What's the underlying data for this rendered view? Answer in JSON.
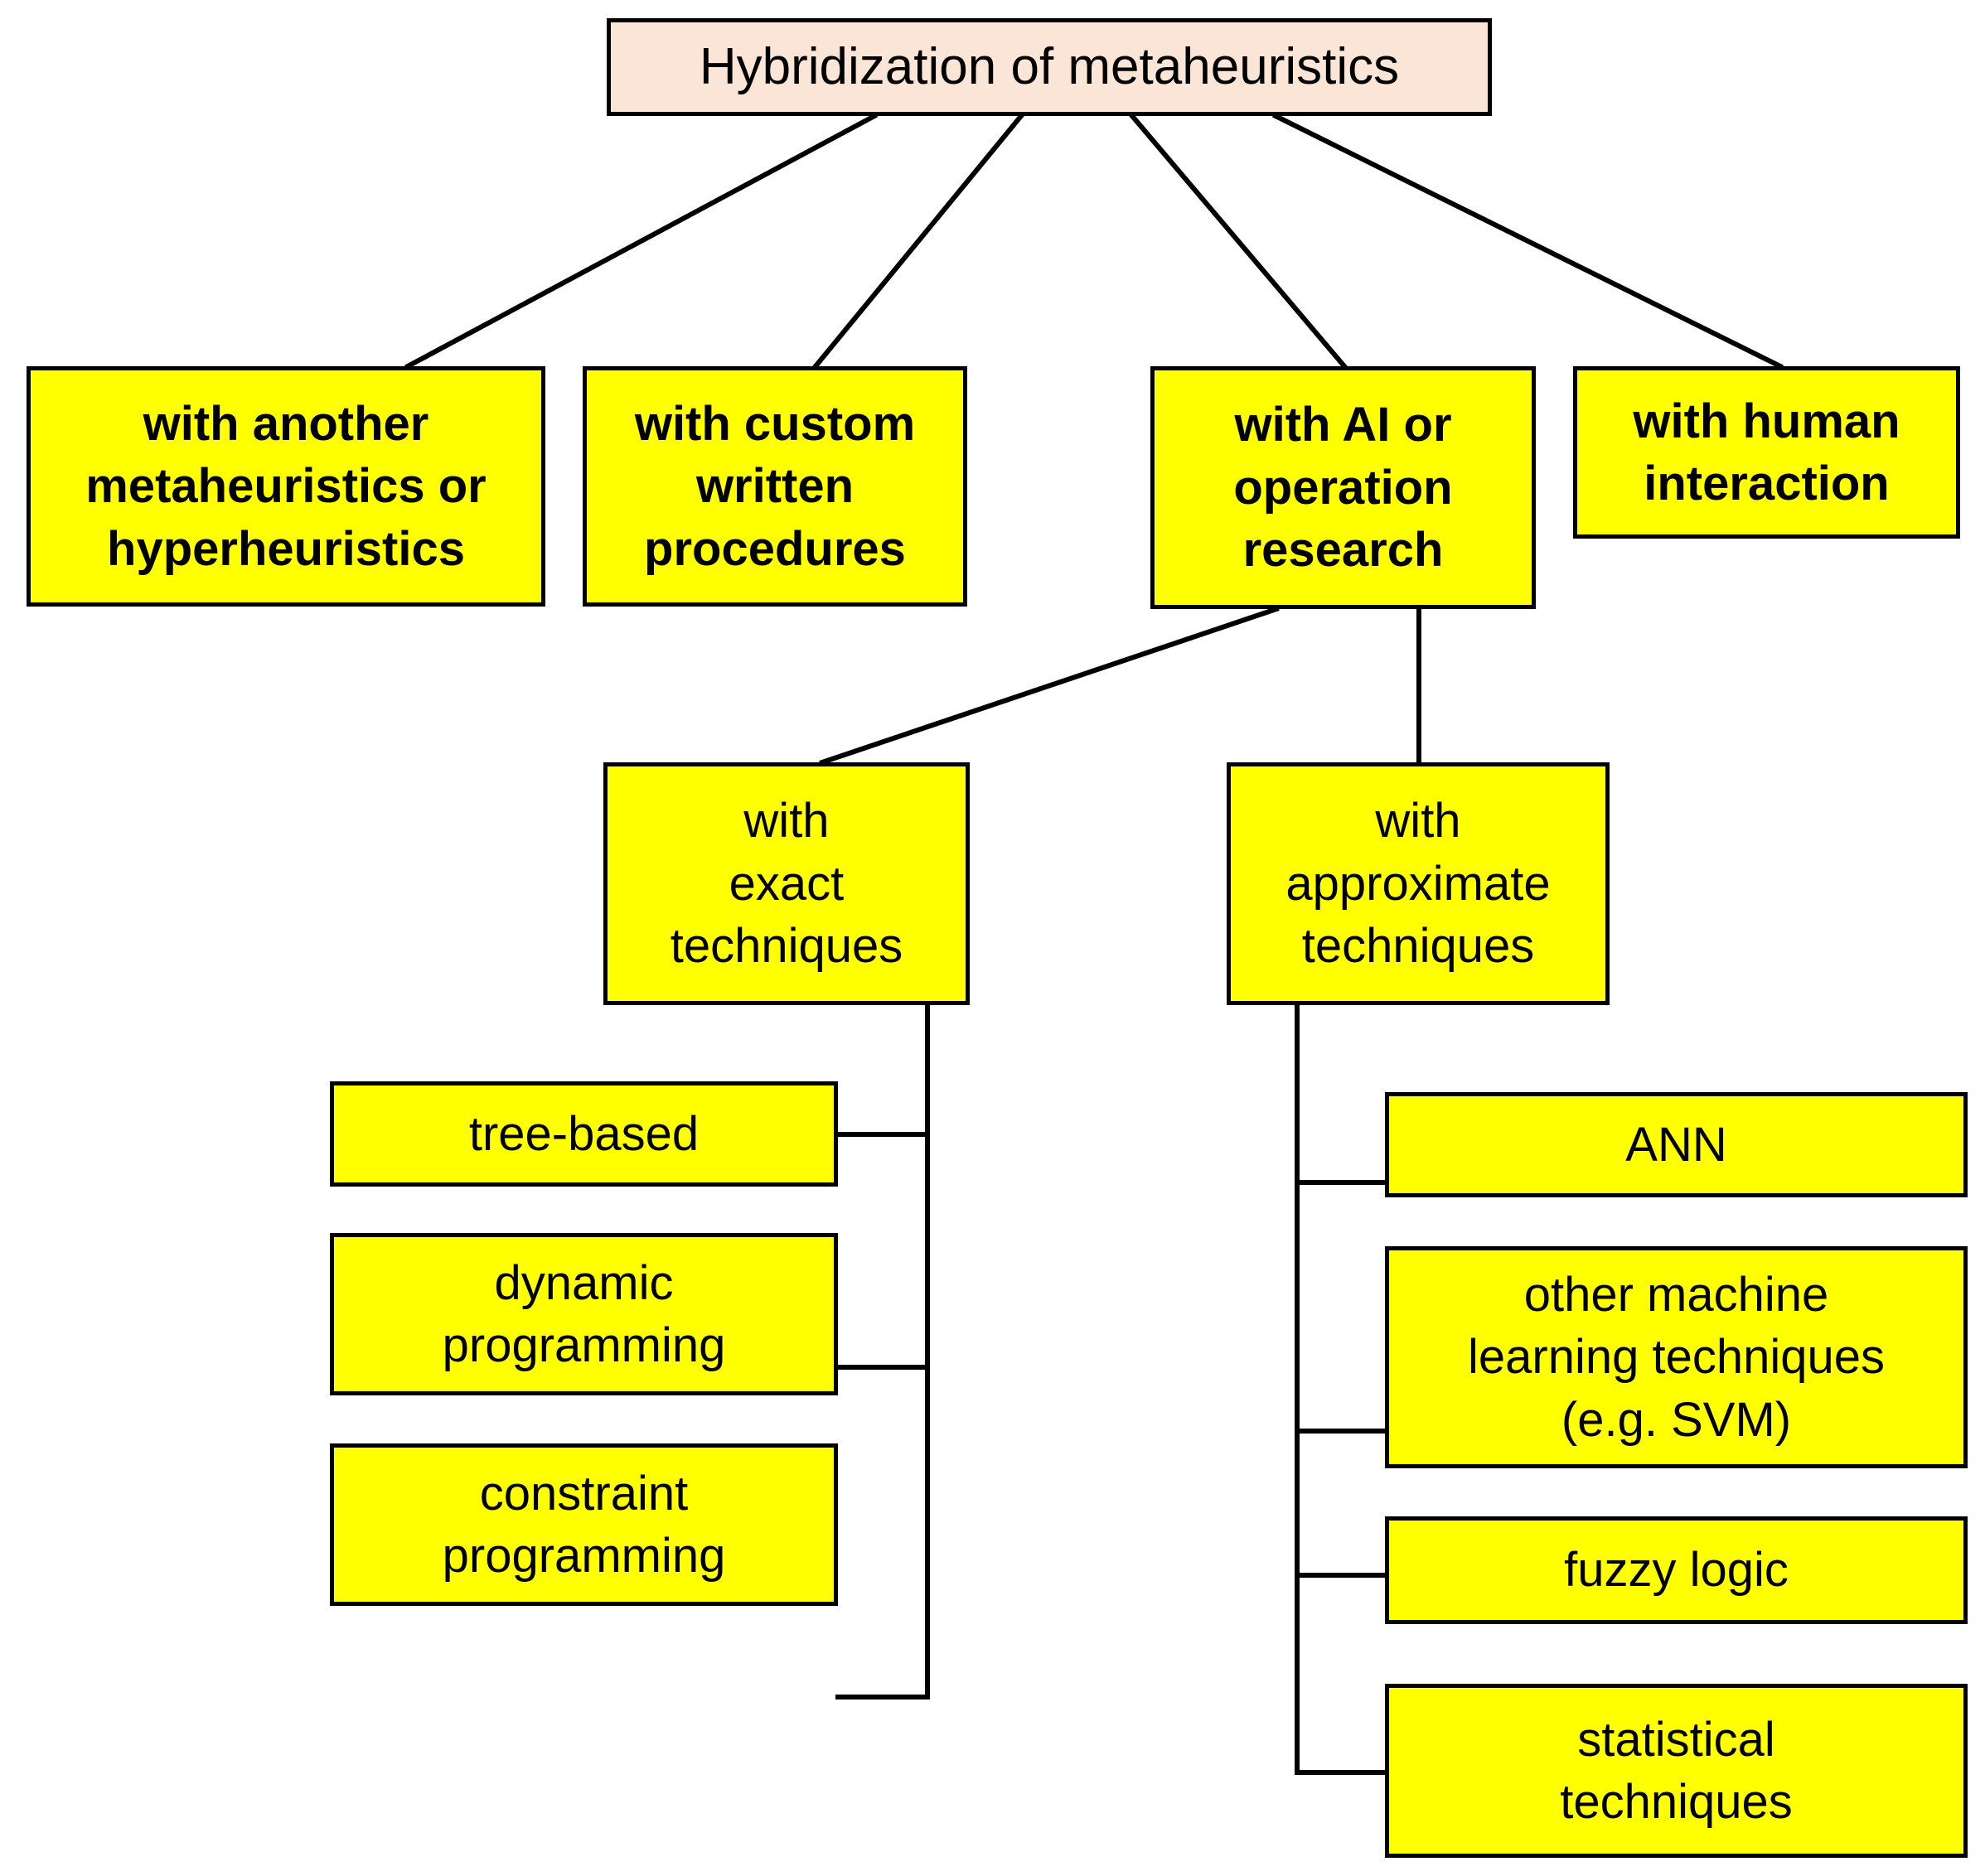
{
  "diagram": {
    "type": "tree-hierarchy",
    "title": "Hybridization of metaheuristics",
    "colors": {
      "root_fill": "#fae5d6",
      "node_fill": "#ffff00",
      "border": "#000000",
      "background": "#ffffff",
      "edge": "#000000"
    },
    "nodes": {
      "root": {
        "label": "Hybridization of metaheuristics"
      },
      "level2": [
        {
          "id": "another-metaheuristics",
          "label": "with another\nmetaheuristics or\nhyperheuristics"
        },
        {
          "id": "custom-written-procedures",
          "label": "with custom\nwritten\nprocedures"
        },
        {
          "id": "ai-or-operation-research",
          "label": "with AI or\noperation\nresearch"
        },
        {
          "id": "human-interaction",
          "label": "with human\ninteraction"
        }
      ],
      "level3": [
        {
          "id": "exact-techniques",
          "label": "with\nexact\ntechniques"
        },
        {
          "id": "approximate-techniques",
          "label": "with\napproximate\ntechniques"
        }
      ],
      "exact_children": [
        {
          "id": "tree-based",
          "label": "tree-based"
        },
        {
          "id": "dynamic-programming",
          "label": "dynamic\nprogramming"
        },
        {
          "id": "constraint-programming",
          "label": "constraint\nprogramming"
        }
      ],
      "approximate_children": [
        {
          "id": "ann",
          "label": "ANN"
        },
        {
          "id": "other-machine-learning",
          "label": "other machine\nlearning techniques\n(e.g. SVM)"
        },
        {
          "id": "fuzzy-logic",
          "label": "fuzzy logic"
        },
        {
          "id": "statistical-techniques",
          "label": "statistical\ntechniques"
        }
      ]
    },
    "edges": [
      {
        "from": "root",
        "to": "another-metaheuristics"
      },
      {
        "from": "root",
        "to": "custom-written-procedures"
      },
      {
        "from": "root",
        "to": "ai-or-operation-research"
      },
      {
        "from": "root",
        "to": "human-interaction"
      },
      {
        "from": "ai-or-operation-research",
        "to": "exact-techniques"
      },
      {
        "from": "ai-or-operation-research",
        "to": "approximate-techniques"
      },
      {
        "from": "exact-techniques",
        "to": "tree-based"
      },
      {
        "from": "exact-techniques",
        "to": "dynamic-programming"
      },
      {
        "from": "exact-techniques",
        "to": "constraint-programming"
      },
      {
        "from": "approximate-techniques",
        "to": "ann"
      },
      {
        "from": "approximate-techniques",
        "to": "other-machine-learning"
      },
      {
        "from": "approximate-techniques",
        "to": "fuzzy-logic"
      },
      {
        "from": "approximate-techniques",
        "to": "statistical-techniques"
      }
    ]
  }
}
